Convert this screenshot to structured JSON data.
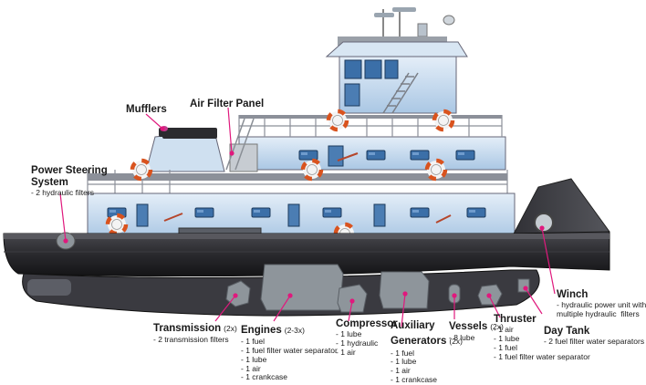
{
  "labels": {
    "mufflers": {
      "title": "Mufflers"
    },
    "air_filter": {
      "title": "Air Filter Panel"
    },
    "power_steering": {
      "title1": "Power Steering",
      "title2": "System",
      "details": [
        "- 2 hydraulic filters"
      ]
    },
    "transmission": {
      "title": "Transmission",
      "qty": "(2x)",
      "details": [
        "- 2 transmission filters"
      ]
    },
    "engines": {
      "title": "Engines",
      "qty": "(2-3x)",
      "details": [
        "- 1 fuel",
        "- 1 fuel filter water separator",
        "- 1 lube",
        "- 1 air",
        "- 1 crankcase"
      ]
    },
    "compressor": {
      "title": "Compressor",
      "details": [
        "- 1 lube",
        "- 1 hydraulic",
        "- 1 air"
      ]
    },
    "aux_generators": {
      "title1": "Auxiliary",
      "title2": "Generators",
      "qty": "(2x)",
      "details": [
        "- 1 fuel",
        "- 1 lube",
        "- 1 air",
        "- 1 crankcase"
      ]
    },
    "vessels": {
      "title": "Vessels",
      "qty": "(2x)",
      "details": [
        "- 8 lube"
      ]
    },
    "thruster": {
      "title": "Thruster",
      "details": [
        "- 1 air",
        "- 1 lube",
        "- 1 fuel",
        "- 1 fuel filter water separator"
      ]
    },
    "winch": {
      "title": "Winch",
      "details": [
        "- hydraulic power unit with",
        "multiple hydraulic  filters"
      ]
    },
    "day_tank": {
      "title": "Day Tank",
      "details": [
        "- 2 fuel filter water separators"
      ]
    }
  },
  "colors": {
    "hull": "#2a2a2e",
    "superstructure": "#c9dff2",
    "window": "#3b6fa8",
    "railing": "#8c9099",
    "callout": "#e0197d",
    "equipment": "#8e959b"
  }
}
